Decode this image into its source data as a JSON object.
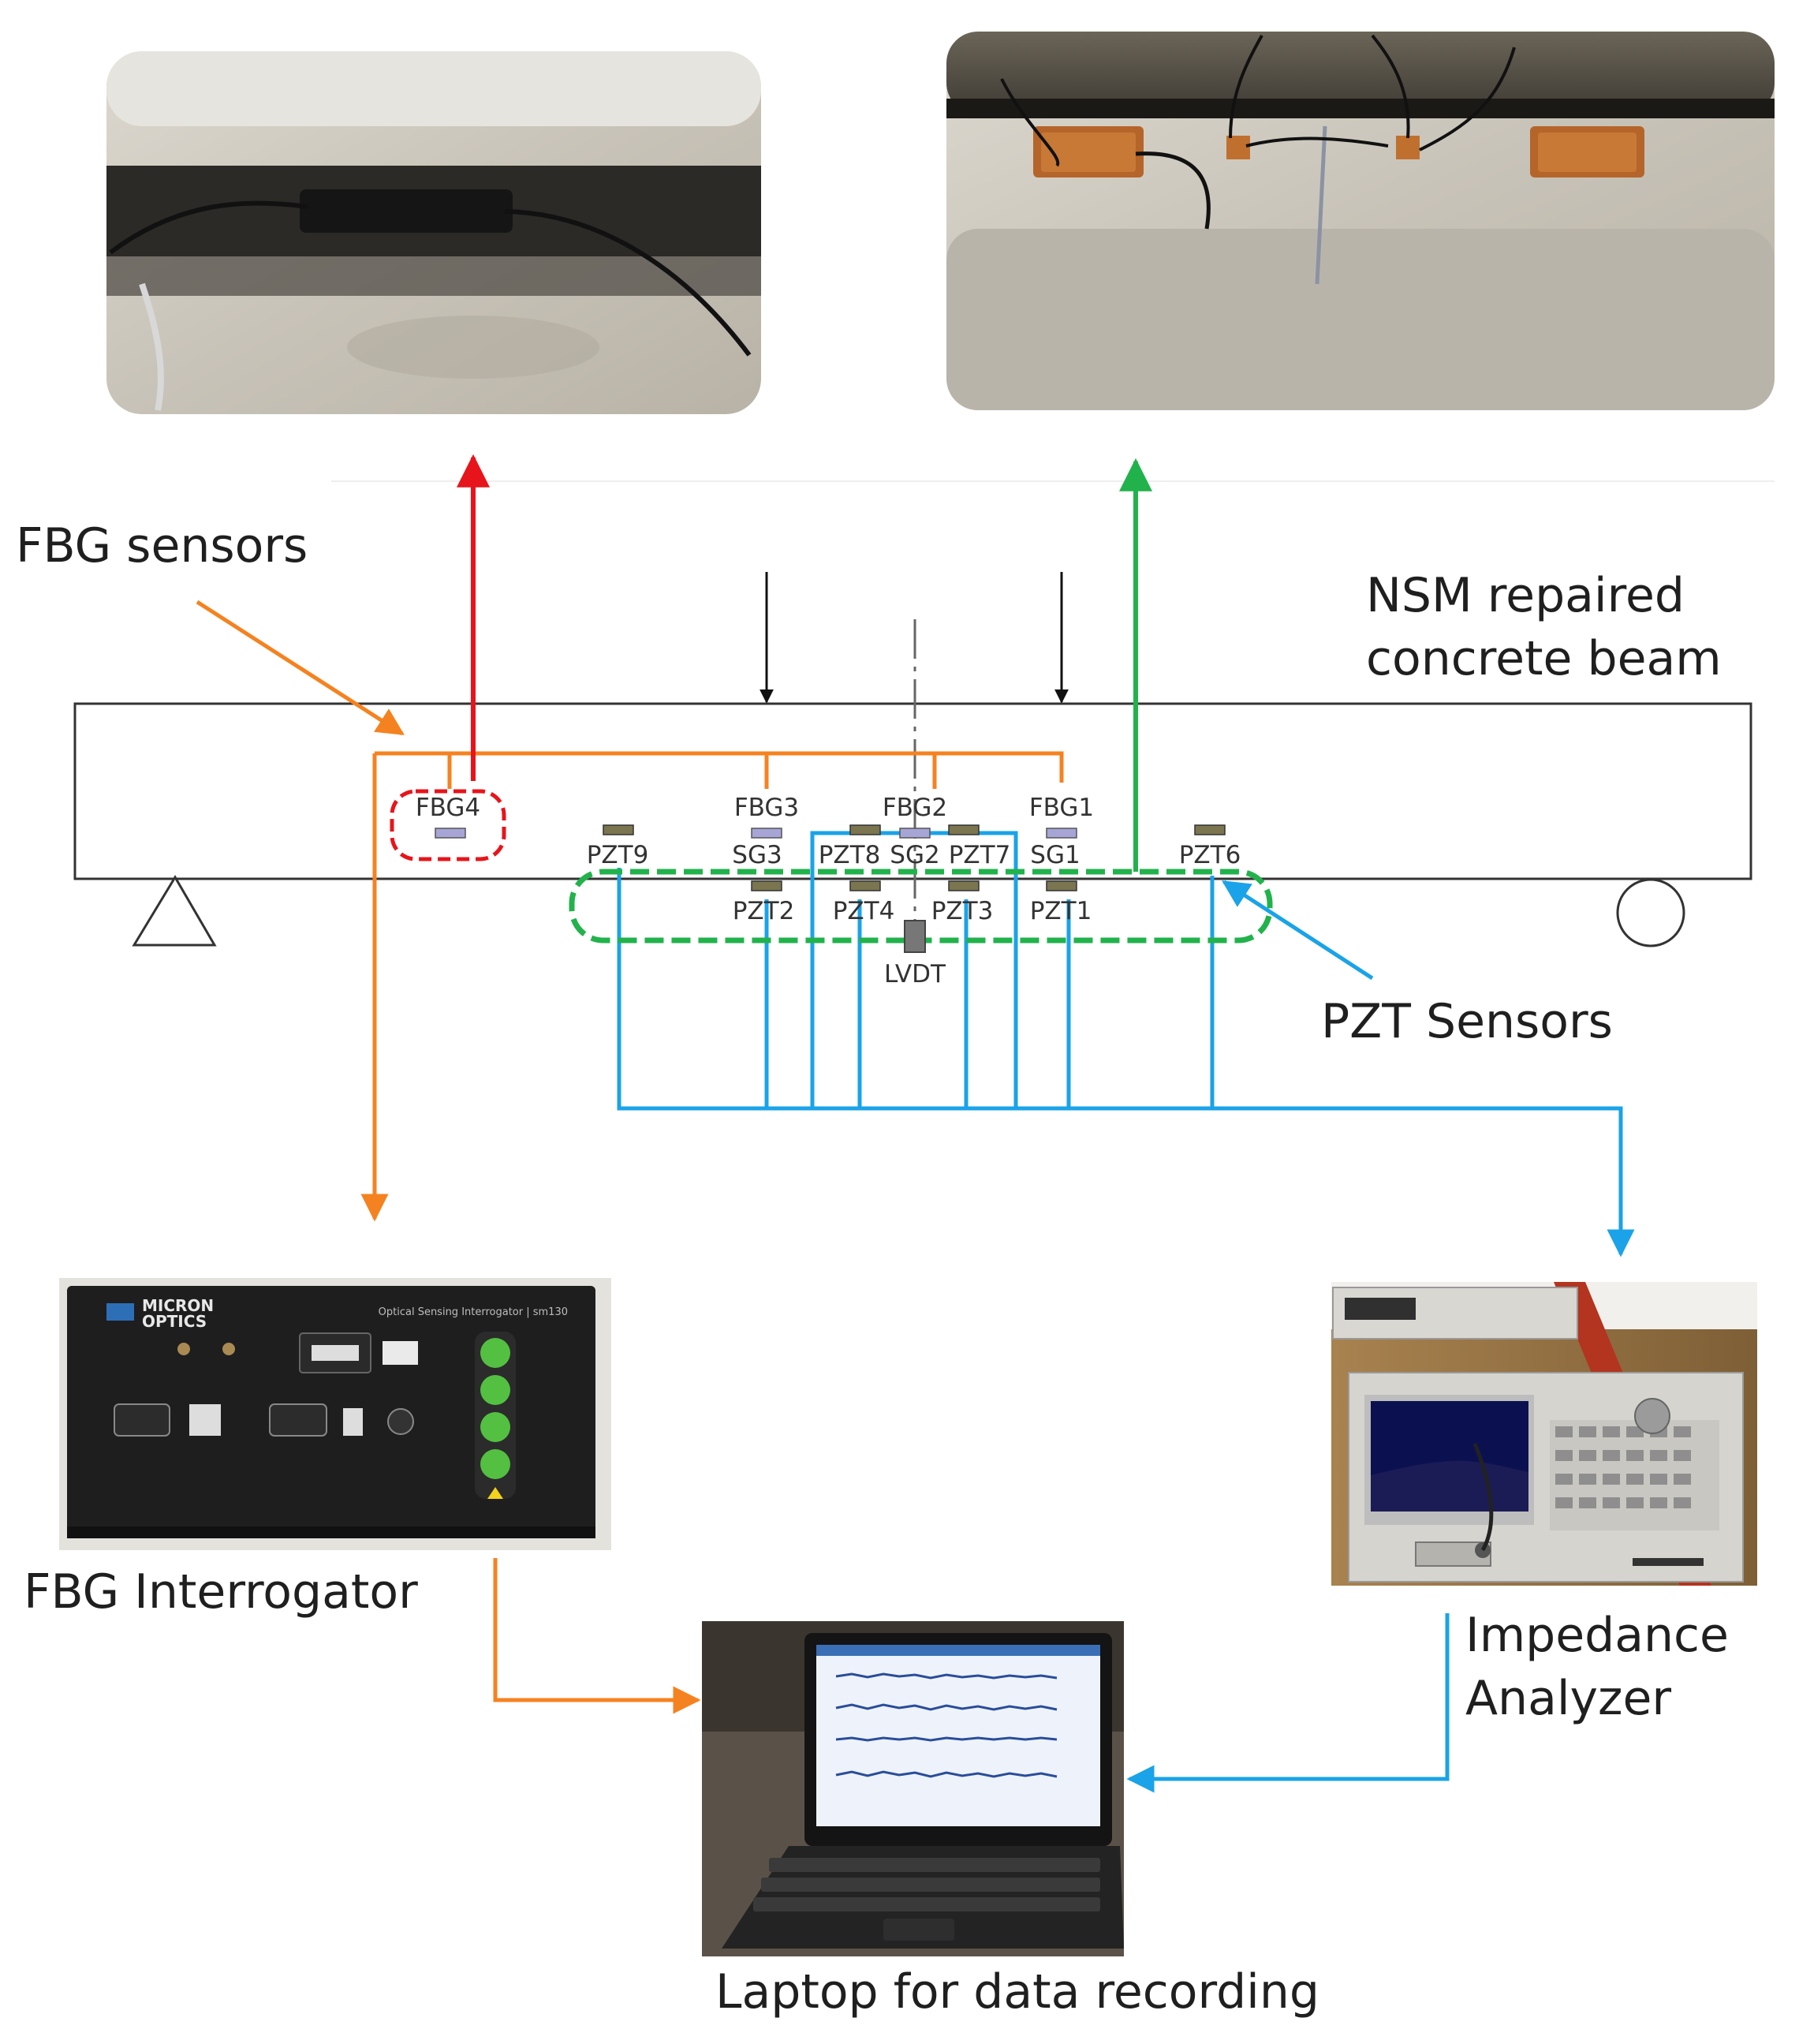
{
  "callouts": {
    "fbg_sensors": "FBG sensors",
    "beam_line1": "NSM repaired",
    "beam_line2": "concrete beam",
    "pzt_sensors": "PZT Sensors"
  },
  "beam": {
    "fbg_labels": [
      "FBG4",
      "FBG3",
      "FBG2",
      "FBG1"
    ],
    "sg_labels": [
      "SG3",
      "SG2",
      "SG1"
    ],
    "pzt_top_labels": [
      "PZT9",
      "PZT8",
      "PZT7",
      "PZT6"
    ],
    "pzt_bottom_labels": [
      "PZT2",
      "PZT4",
      "PZT3",
      "PZT1"
    ],
    "lvdt": "LVDT"
  },
  "devices": {
    "interrogator": "FBG Interrogator",
    "interrogator_brand_line1": "MICRON",
    "interrogator_brand_line2": "OPTICS",
    "interrogator_subtitle": "Optical Sensing Interrogator | sm130",
    "impedance_line1": "Impedance",
    "impedance_line2": "Analyzer",
    "laptop": "Laptop for data recording"
  },
  "colors": {
    "orange": "#f58220",
    "red": "#e8141b",
    "green": "#22b24c",
    "blue": "#1aa3e8",
    "fbg_marker": "#a7a5d6",
    "pzt_marker": "#7b7550"
  }
}
